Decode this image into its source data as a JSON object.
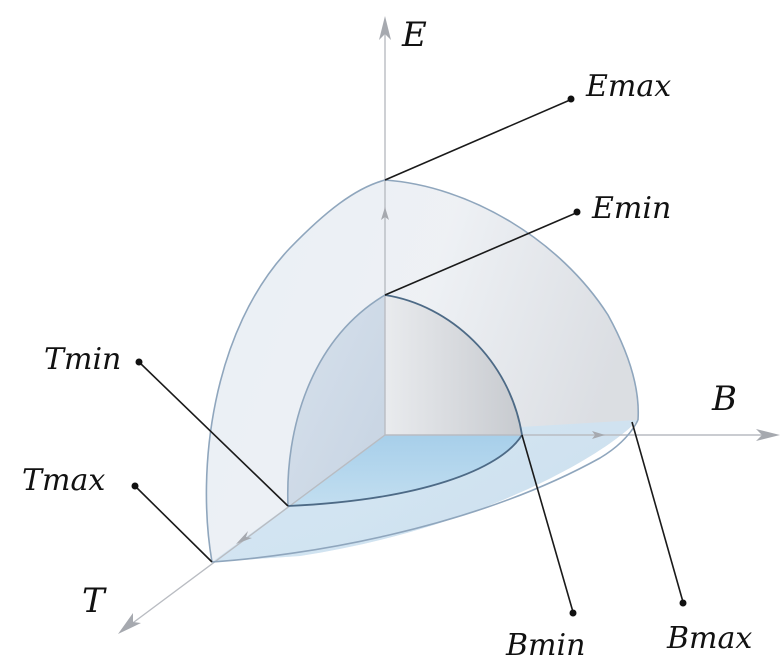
{
  "axes": {
    "e_label": "E",
    "b_label": "B",
    "t_label": "T"
  },
  "points": {
    "emax": "Emax",
    "emin": "Emin",
    "tmin": "Tmin",
    "tmax": "Tmax",
    "bmin": "Bmin",
    "bmax": "Bmax"
  },
  "colors": {
    "outer_fill": "#e3eaf2",
    "inner_side_fill": "#cdd8e5",
    "inner_right_fill": "#d6d9de",
    "inner_floor": "#a9d0ea",
    "outer_floor": "#cfe3f2",
    "edge": "#8fa6bd"
  }
}
